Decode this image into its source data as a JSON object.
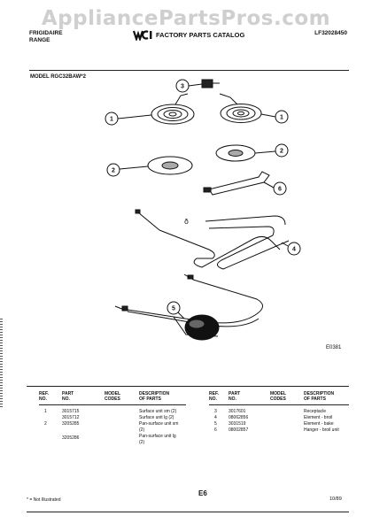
{
  "watermark": "AppliancePartsPros.com",
  "header": {
    "brand_line1": "FRIGIDAIRE",
    "brand_line2": "RANGE",
    "title": "FACTORY PARTS CATALOG",
    "catalog_code": "LF32028450"
  },
  "model_label": "MODEL RGC32BAW*2",
  "diagram": {
    "callouts": [
      "1",
      "1",
      "2",
      "2",
      "3",
      "4",
      "5",
      "6"
    ],
    "part_mark": "ð",
    "figure_ref": "E0381"
  },
  "table": {
    "headers": {
      "ref_no": [
        "REF.",
        "NO."
      ],
      "part_no": [
        "PART",
        "NO."
      ],
      "model_codes": [
        "MODEL",
        "CODES"
      ],
      "description": [
        "DESCRIPTION",
        "OF PARTS"
      ]
    },
    "left_rows": [
      {
        "ref": "1",
        "part": "3015715",
        "codes": "",
        "desc": "Surface unit sm (2)"
      },
      {
        "ref": "",
        "part": "3015712",
        "codes": "",
        "desc": "Surface unit lg (2)"
      },
      {
        "ref": "2",
        "part": "3205285",
        "codes": "",
        "desc": "Pan-surface unit sm"
      },
      {
        "ref": "",
        "part": "",
        "codes": "",
        "desc": "(2)"
      },
      {
        "ref": "",
        "part": "3205286",
        "codes": "",
        "desc": "Pan-surface unit lg"
      },
      {
        "ref": "",
        "part": "",
        "codes": "",
        "desc": "(2)"
      }
    ],
    "right_rows": [
      {
        "ref": "3",
        "part": "3017601",
        "codes": "",
        "desc": "Receptacle"
      },
      {
        "ref": "4",
        "part": "08062856",
        "codes": "",
        "desc": "Element - broil"
      },
      {
        "ref": "5",
        "part": "3031519",
        "codes": "",
        "desc": "Element - bake"
      },
      {
        "ref": "6",
        "part": "08002857",
        "codes": "",
        "desc": "Hanger - broil unit"
      }
    ]
  },
  "footer": {
    "note": "* = Not Illustrated",
    "page": "E6",
    "date": "10/89"
  }
}
